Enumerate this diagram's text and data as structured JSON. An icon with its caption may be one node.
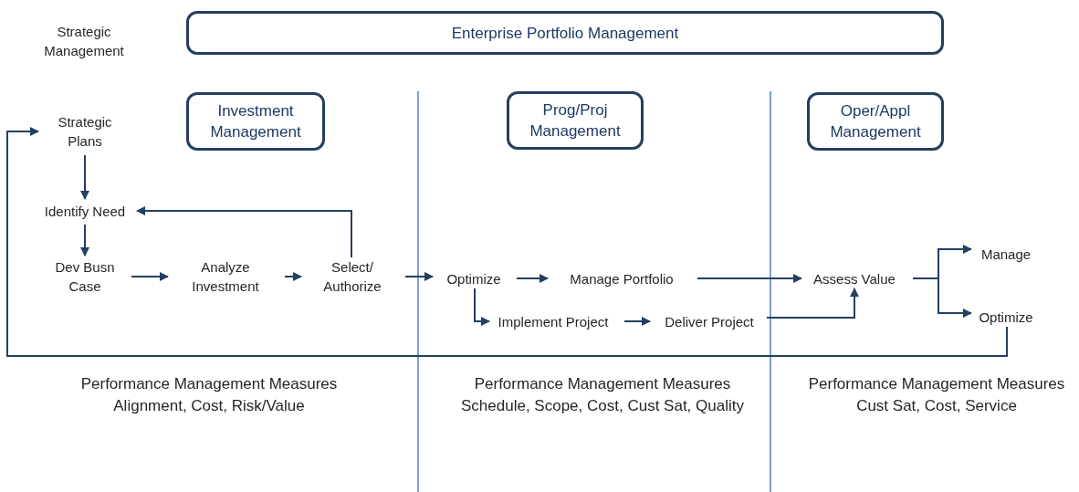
{
  "diagram": {
    "nodes": [
      {
        "text": [
          "Enterprise Portfolio Management"
        ]
      },
      {
        "text": [
          "Investment Management"
        ]
      },
      {
        "text": [
          "Prog/Proj Management"
        ]
      },
      {
        "text": [
          "Oper/Appl Management"
        ]
      },
      {
        "text": [
          "Strategic Plans"
        ]
      },
      {
        "text": [
          "Identify Need"
        ]
      },
      {
        "text": [
          "Dev Busn Case"
        ]
      },
      {
        "text": [
          "Analyze Investment"
        ]
      },
      {
        "text": [
          "Select/ Authorize"
        ]
      },
      {
        "text": [
          "Optimize"
        ]
      },
      {
        "text": [
          "Manage Portfolio"
        ]
      },
      {
        "text": [
          "Implement Project"
        ]
      },
      {
        "text": [
          "Deliver Project"
        ]
      },
      {
        "text": [
          "Assess Value"
        ]
      },
      {
        "text": [
          "Manage"
        ]
      },
      {
        "text": [
          "Optimize"
        ]
      }
    ],
    "edges": [
      {
        "from": 4,
        "to": 5,
        "arrow": "to"
      },
      {
        "from": 5,
        "to": 6,
        "arrow": "to"
      },
      {
        "from": 6,
        "to": 7,
        "arrow": "to"
      },
      {
        "from": 7,
        "to": 8,
        "arrow": "to"
      },
      {
        "from": 8,
        "to": 5,
        "arrow": "to"
      },
      {
        "from": 8,
        "to": 9,
        "arrow": "to"
      },
      {
        "from": 9,
        "to": 10,
        "arrow": "to"
      },
      {
        "from": 9,
        "to": 11,
        "arrow": "to"
      },
      {
        "from": 11,
        "to": 12,
        "arrow": "to"
      },
      {
        "from": 10,
        "to": 13,
        "arrow": "to"
      },
      {
        "from": 12,
        "to": 13,
        "arrow": "to"
      },
      {
        "from": 13,
        "to": 14,
        "arrow": "to"
      },
      {
        "from": 13,
        "to": 15,
        "arrow": "to"
      },
      {
        "from": 15,
        "to": 4,
        "arrow": "to"
      }
    ],
    "labels": [
      "Strategic Management",
      "Performance Management Measures",
      "Alignment, Cost, Risk/Value",
      "Performance Management Measures",
      "Schedule, Scope, Cost, Cust Sat, Quality",
      "Performance Management Measures",
      "Cust Sat, Cost, Service"
    ]
  }
}
